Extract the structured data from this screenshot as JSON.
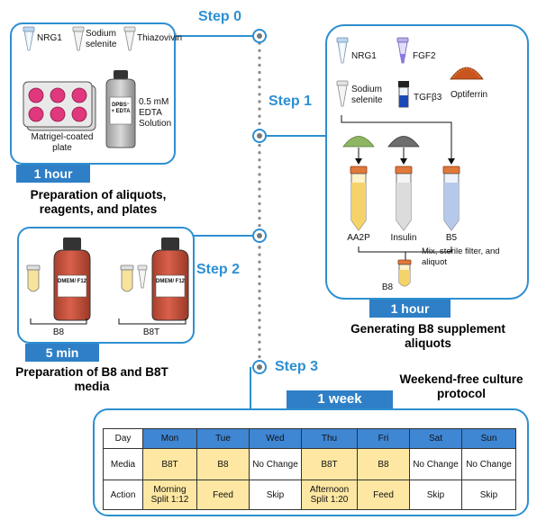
{
  "steps": {
    "step0": {
      "label": "Step 0",
      "reagents": [
        "NRG1",
        "Sodium selenite",
        "Thiazovivin"
      ],
      "plate": "Matrigel-coated plate",
      "bottle_text": "DPBS⁻ + EDTA",
      "solution": "0.5 mM EDTA Solution",
      "duration": "1 hour",
      "caption": "Preparation of aliquots, reagents, and plates"
    },
    "step1": {
      "label": "Step 1",
      "reagents": [
        "NRG1",
        "FGF2",
        "Sodium selenite",
        "TGFβ3",
        "Optiferrin"
      ],
      "tubes": [
        "AA2P",
        "Insulin",
        "B5"
      ],
      "mix_note": "Mix, sterile filter, and aliquot",
      "aliquot": "B8",
      "duration": "1 hour",
      "caption": "Generating B8 supplement aliquots"
    },
    "step2": {
      "label": "Step 2",
      "bottle_text": "DMEM/ F12",
      "media": [
        "B8",
        "B8T"
      ],
      "duration": "5 min",
      "caption": "Preparation of B8 and B8T media"
    },
    "step3": {
      "label": "Step 3",
      "duration": "1 week",
      "caption": "Weekend-free culture protocol"
    }
  },
  "schedule": {
    "header": [
      "Day",
      "Mon",
      "Tue",
      "Wed",
      "Thu",
      "Fri",
      "Sat",
      "Sun"
    ],
    "rows": [
      {
        "label": "Media",
        "cells": [
          "B8T",
          "B8",
          "No Change",
          "B8T",
          "B8",
          "No Change",
          "No Change"
        ]
      },
      {
        "label": "Action",
        "cells": [
          "Morning Split 1:12",
          "Feed",
          "Skip",
          "Afternoon Split 1:20",
          "Feed",
          "Skip",
          "Skip"
        ]
      }
    ]
  },
  "colors": {
    "accent": "#2d8fd1",
    "duration_bar": "#2e7fc6",
    "header_cell": "#3f86d3",
    "highlight_cell": "#fde7a2",
    "medium_bottle": "#c8553f"
  }
}
